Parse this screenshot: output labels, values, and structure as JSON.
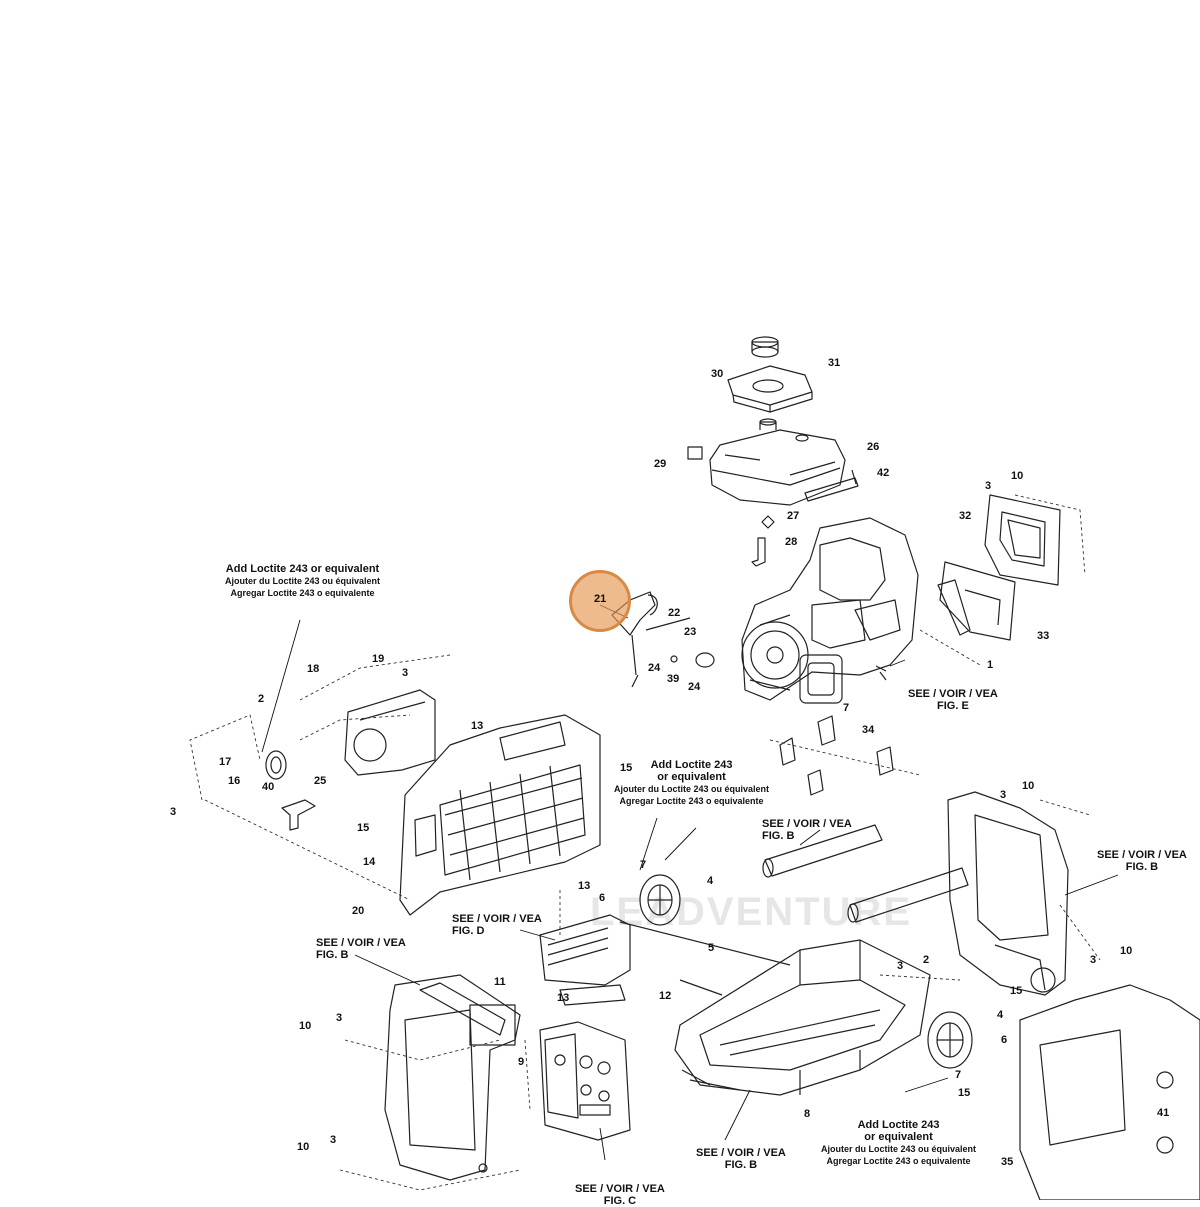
{
  "watermark": "LEADVENTURE",
  "highlight": {
    "callout": "21",
    "color": "#e4964f"
  },
  "callouts": [
    "1",
    "2",
    "3",
    "4",
    "5",
    "6",
    "7",
    "8",
    "9",
    "10",
    "11",
    "12",
    "13",
    "14",
    "15",
    "16",
    "17",
    "18",
    "19",
    "20",
    "21",
    "22",
    "23",
    "24",
    "25",
    "26",
    "27",
    "28",
    "29",
    "30",
    "31",
    "32",
    "33",
    "34",
    "35",
    "39",
    "40",
    "41",
    "42"
  ],
  "labels": {
    "n30": "30",
    "n31": "31",
    "n29": "29",
    "n26": "26",
    "n42": "42",
    "n27": "27",
    "n28": "28",
    "n3a": "3",
    "n10a": "10",
    "n32": "32",
    "n33": "33",
    "n1": "1",
    "n22": "22",
    "n23": "23",
    "n24a": "24",
    "n39": "39",
    "n24b": "24",
    "n7a": "7",
    "n34": "34",
    "n19": "19",
    "n3b": "3",
    "n18": "18",
    "n2a": "2",
    "n17": "17",
    "n16": "16",
    "n25": "25",
    "n40": "40",
    "n3c": "3",
    "n13a": "13",
    "n15a": "15",
    "n15b": "15",
    "n14": "14",
    "n20": "20",
    "n7b": "7",
    "n4a": "4",
    "n13b": "13",
    "n6a": "6",
    "n5": "5",
    "n13c": "13",
    "n12": "12",
    "n11": "11",
    "n10b": "10",
    "n3d": "3",
    "n9": "9",
    "n10c": "10",
    "n3e": "3",
    "n3f": "3",
    "n10d": "10",
    "n2b": "2",
    "n3g": "3",
    "n15c": "15",
    "n3h": "3",
    "n10e": "10",
    "n4b": "4",
    "n6b": "6",
    "n7c": "7",
    "n15d": "15",
    "n8": "8",
    "n41": "41",
    "n35": "35"
  },
  "notes": {
    "loctite_left": {
      "en": "Add Loctite 243 or equivalent",
      "fr": "Ajouter du Loctite 243 ou équivalent",
      "es": "Agregar Loctite 243 o equivalente"
    },
    "loctite_mid": {
      "en1": "Add Loctite 243",
      "en2": "or equivalent",
      "fr": "Ajouter du Loctite 243 ou équivalent",
      "es": "Agregar Loctite 243 o equivalente"
    },
    "loctite_bottom": {
      "en1": "Add Loctite 243",
      "en2": "or equivalent",
      "fr": "Ajouter du Loctite 243 ou équivalent",
      "es": "Agregar Loctite 243 o equivalente"
    }
  },
  "see_refs": {
    "fig_e": {
      "l1": "SEE / VOIR / VEA",
      "l2": "FIG. E"
    },
    "fig_b_rod": {
      "l1": "SEE / VOIR / VEA",
      "l2": "FIG. B"
    },
    "fig_b_right": {
      "l1": "SEE / VOIR / VEA",
      "l2": "FIG. B"
    },
    "fig_d": {
      "l1": "SEE / VOIR / VEA",
      "l2": "FIG. D"
    },
    "fig_b_left": {
      "l1": "SEE / VOIR / VEA",
      "l2": "FIG. B"
    },
    "fig_b_bottom": {
      "l1": "SEE / VOIR / VEA",
      "l2": "FIG. B"
    },
    "fig_c": {
      "l1": "SEE / VOIR / VEA",
      "l2": "FIG. C"
    }
  }
}
